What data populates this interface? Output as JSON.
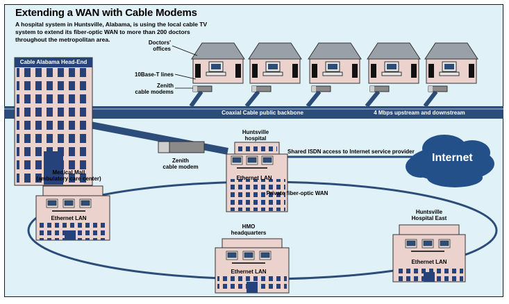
{
  "title": "Extending a WAN with Cable Modems",
  "description_lines": [
    "A hospital system in Huntsville, Alabama, is using the local cable TV",
    "system to extend its fiber-optic WAN to more than 200 doctors",
    "throughout the metropolitan area."
  ],
  "labels": {
    "head_end": "Cable Alabama Head-End",
    "doctors_offices_1": "Doctors'",
    "doctors_offices_2": "offices",
    "tenbase_t": "10Base-T lines",
    "zenith_small_1": "Zenith",
    "zenith_small_2": "cable modems",
    "backbone": "Coaxial Cable public backbone",
    "speed": "4 Mbps upstream and downstream",
    "zenith_large_1": "Zenith",
    "zenith_large_2": "cable modem",
    "huntsville_hospital_1": "Huntsville",
    "huntsville_hospital_2": "hospital",
    "isdn": "Shared ISDN access to Internet service provider",
    "internet": "Internet",
    "medical_mall_1": "Medical Mall",
    "medical_mall_2": "(ambulatory care center)",
    "private_wan": "Private fiber-optic WAN",
    "hmo_1": "HMO",
    "hmo_2": "headquarters",
    "hospital_east_1": "Huntsville",
    "hospital_east_2": "Hospital East",
    "ethernet_lan": "Ethernet LAN"
  },
  "colors": {
    "background": "#e0f1f7",
    "backbone": "#2c4d7a",
    "building_pink": "#ecd2cc",
    "window_blue": "#25427a",
    "roof_gray": "#9aa0a8",
    "internet_cloud": "#24508a"
  }
}
